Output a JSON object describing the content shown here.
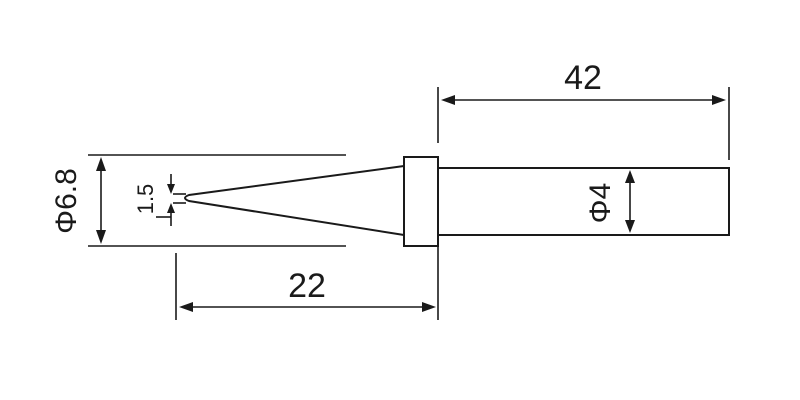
{
  "dimensions": {
    "overall_length": "42",
    "tip_length": "22",
    "body_diameter": "Φ6.8",
    "shank_diameter": "Φ4",
    "tip_width": "1.5"
  }
}
